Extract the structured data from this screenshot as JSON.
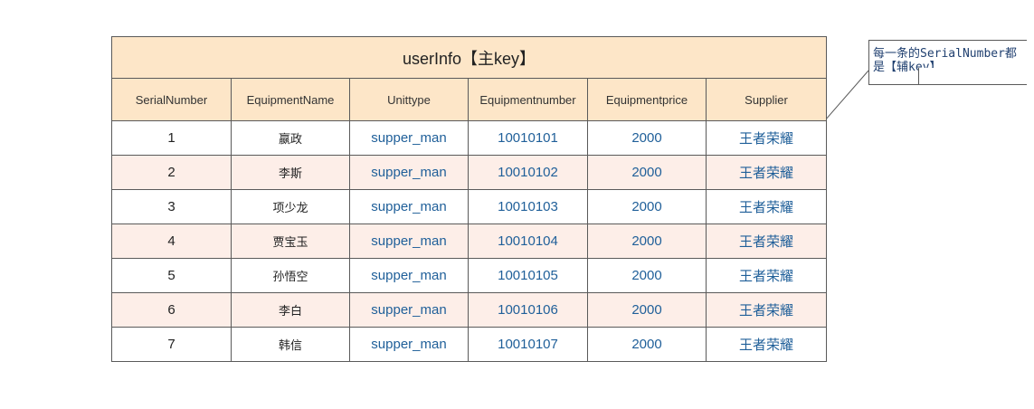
{
  "table": {
    "title": "userInfo【主key】",
    "headers": [
      "SerialNumber",
      "EquipmentName",
      "Unittype",
      "Equipmentnumber",
      "Equipmentprice",
      "Supplier"
    ],
    "rows": [
      [
        "1",
        "嬴政",
        "supper_man",
        "10010101",
        "2000",
        "王者荣耀"
      ],
      [
        "2",
        "李斯",
        "supper_man",
        "10010102",
        "2000",
        "王者荣耀"
      ],
      [
        "3",
        "项少龙",
        "supper_man",
        "10010103",
        "2000",
        "王者荣耀"
      ],
      [
        "4",
        "贾宝玉",
        "supper_man",
        "10010104",
        "2000",
        "王者荣耀"
      ],
      [
        "5",
        "孙悟空",
        "supper_man",
        "10010105",
        "2000",
        "王者荣耀"
      ],
      [
        "6",
        "李白",
        "supper_man",
        "10010106",
        "2000",
        "王者荣耀"
      ],
      [
        "7",
        "韩信",
        "supper_man",
        "10010107",
        "2000",
        "王者荣耀"
      ]
    ],
    "colors": {
      "header_bg": "#fde6c8",
      "even_row_bg": "#fdeee8",
      "odd_row_bg": "#ffffff",
      "value_text": "#1f5f99",
      "border": "#5a5a5a"
    }
  },
  "note": {
    "line1": "每一条的SerialNumber都",
    "line2": "是【辅key】"
  }
}
